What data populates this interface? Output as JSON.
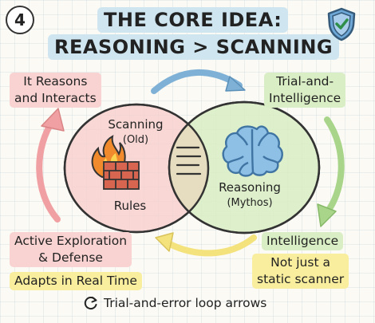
{
  "badge": "4",
  "title": {
    "line1": "THE CORE IDEA:",
    "line2": "REASONING > SCANNING"
  },
  "venn": {
    "left": {
      "title": "Scanning",
      "subtitle": "(Old)",
      "caption": "Rules"
    },
    "right": {
      "title": "Reasoning",
      "subtitle": "(Mythos)"
    }
  },
  "labels": {
    "top_left": [
      "It Reasons",
      "and Interacts"
    ],
    "top_right": [
      "Trial-and-",
      "Intelligence"
    ],
    "bottom_left": [
      "Active Exploration",
      "& Defense"
    ],
    "bottom_left_2": "Adapts in Real Time",
    "bottom_right": "Intelligence",
    "bottom_right_2": [
      "Not just a",
      "static scanner"
    ]
  },
  "footer": "Trial-and-error loop arrows",
  "colors": {
    "pink": "#f8d3d1",
    "green": "#d9eec4",
    "yellow": "#f9ee9e",
    "title_bg": "#cfe6f1",
    "venn_left": "#f7d0cf",
    "venn_right": "#d7ecc1",
    "arrow_blue": "#7fb1d6",
    "arrow_pink": "#f0a0a2",
    "arrow_green": "#a9d58a",
    "arrow_yellow": "#f4e27d",
    "brain": "#5a9bd1",
    "fire": "#f08a2c",
    "brick": "#d8654f"
  },
  "icons": [
    "shield-check-icon",
    "fire-icon",
    "brick-wall-icon",
    "document-lines-icon",
    "brain-icon",
    "loop-arrows-icon"
  ]
}
